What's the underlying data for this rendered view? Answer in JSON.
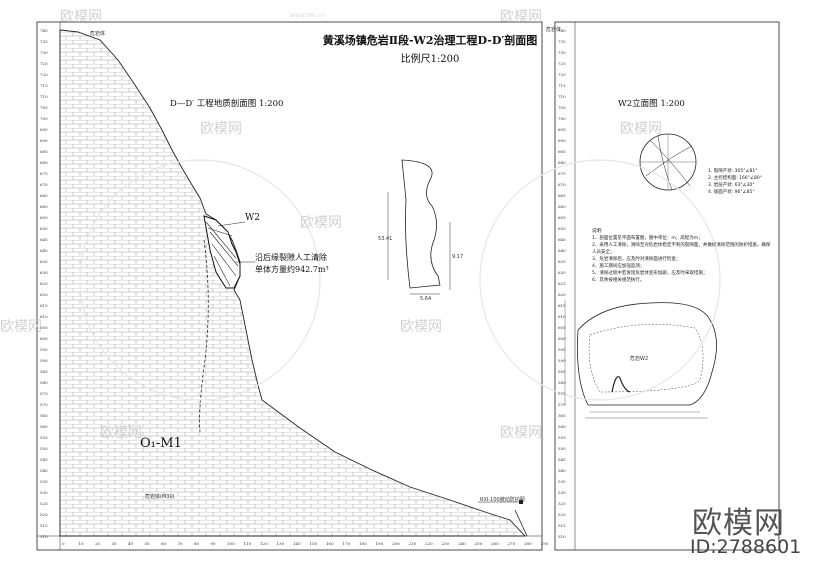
{
  "drawing": {
    "title": "黄溪场镇危岩Ⅱ段-W2治理工程D-D′剖面图",
    "scale": "比例尺1:200",
    "section_label": "D—D′ 工程地质剖面图    1:200",
    "elevation_label": "W2立面图    1:200",
    "w2_label": "W2",
    "clearing_line1": "沿后缘裂隙人工清除",
    "clearing_line2": "单体方量约942.7m³",
    "rock_label": "O₁-M1",
    "top_left_tag": "危岩体",
    "top_right_tag": "危岩体",
    "netting_label": "RXI-100被动防护网",
    "bottom_tag": "危岩体(M30)",
    "dim_1": "53.41",
    "dim_2": "9.17",
    "dim_3": "5.64",
    "circle_labels": [
      "1. 裂隙产状: 305°∠81°",
      "2. 主控结构面: 166°∠80°",
      "3. 岩层产状: 63°∠30°",
      "4. 坡面产状: 96°∠85°"
    ],
    "notes_title": "说明:",
    "notes": [
      "1、剖面位置见平面布置图，图中单位：m，高程为m；",
      "2、采用人工清除，清除至对危岩体稳定不利的裂隙面，并做好清除范围的防护措施，确保人员安全；",
      "3、危岩清除后，应及时对清除面进行检查；",
      "4、施工期间应加强监测；",
      "5、清除过程中若发现危岩体变形加剧，应及时采取措施；",
      "6、其余按相关规范执行。"
    ],
    "elev_inner_label": "危岩W2",
    "watermarks": [
      "欧模网",
      "www.om.cn"
    ],
    "brand": "欧模网",
    "brand_id": "ID:2788601"
  },
  "left_ticks": [
    "740",
    "735",
    "730",
    "725",
    "720",
    "715",
    "710",
    "705",
    "700",
    "695",
    "690",
    "685",
    "680",
    "675",
    "670",
    "665",
    "660",
    "655",
    "650",
    "645",
    "640",
    "635",
    "630",
    "625",
    "620",
    "615",
    "610",
    "605",
    "600",
    "595",
    "590",
    "585",
    "580",
    "575",
    "570",
    "565",
    "560",
    "555",
    "550",
    "545",
    "540",
    "535",
    "530",
    "525",
    "520",
    "515",
    "510"
  ],
  "bottom_ticks": [
    "0",
    "10",
    "20",
    "30",
    "40",
    "50",
    "60",
    "70",
    "80",
    "90",
    "100",
    "110",
    "120",
    "130",
    "140",
    "150",
    "160",
    "170",
    "180",
    "190",
    "200",
    "210",
    "220",
    "230",
    "240",
    "250",
    "260",
    "270",
    "280",
    "290"
  ]
}
